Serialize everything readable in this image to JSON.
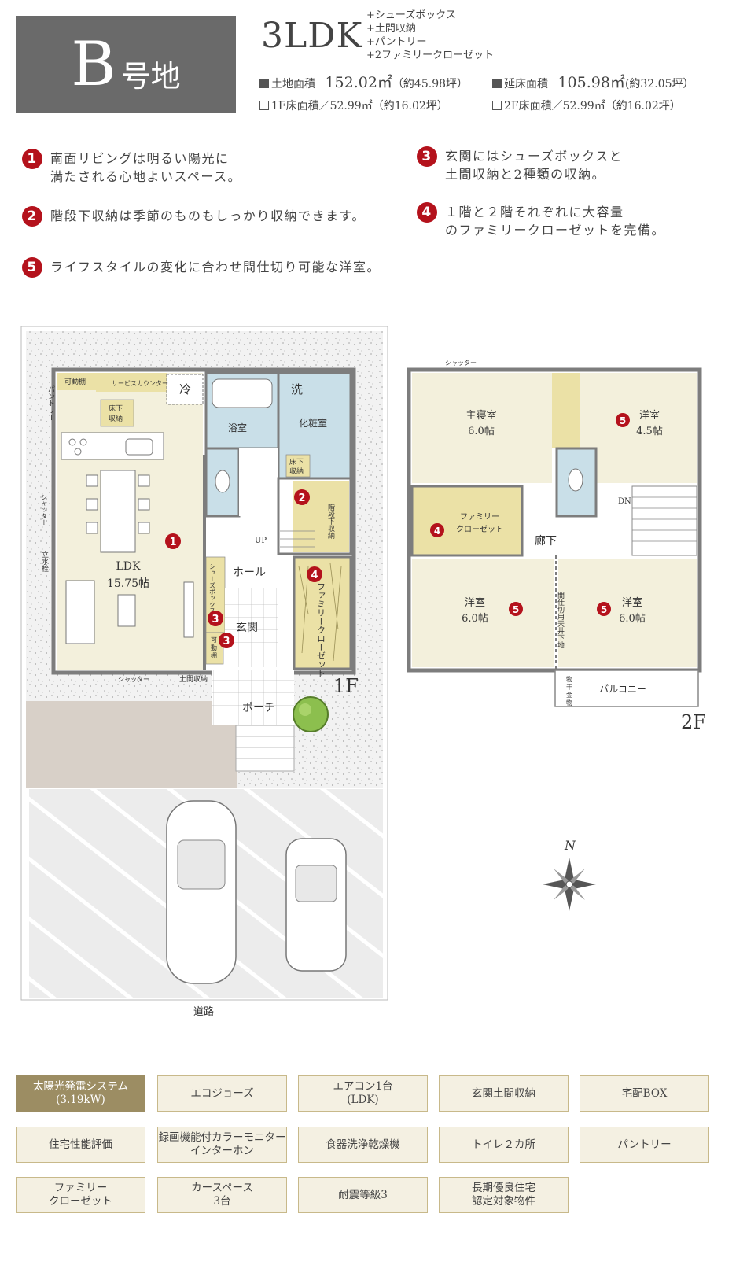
{
  "header": {
    "lot_letter": "B",
    "lot_suffix": "号地",
    "plan_type": "3LDK",
    "options": [
      "+シューズボックス",
      "+土間収納",
      "+パントリー",
      "+2ファミリークローゼット"
    ],
    "land_area": {
      "label": "土地面積",
      "value": "152.02㎡",
      "tsubo": "（約45.98坪）"
    },
    "total_floor_area": {
      "label": "延床面積",
      "value": "105.98㎡",
      "tsubo": "(約32.05坪）"
    },
    "floor1_area": "1F床面積／52.99㎡（約16.02坪）",
    "floor2_area": "2F床面積／52.99㎡（約16.02坪）"
  },
  "features": [
    {
      "num": "1",
      "lines": [
        "南面リビングは明るい陽光に",
        "満たされる心地よいスペース。"
      ]
    },
    {
      "num": "2",
      "lines": [
        "階段下収納は季節のものもしっかり収納できます。"
      ]
    },
    {
      "num": "3",
      "lines": [
        "玄関にはシューズボックスと",
        "土間収納と2種類の収納。"
      ]
    },
    {
      "num": "4",
      "lines": [
        "１階と２階それぞれに大容量",
        "のファミリークローゼットを完備。"
      ]
    },
    {
      "num": "5",
      "lines": [
        "ライフスタイルの変化に合わせ間仕切り可能な洋室。"
      ]
    }
  ],
  "floor1": {
    "floor_label": "1F",
    "ldk": "LDK",
    "ldk_size": "15.75帖",
    "bath": "浴室",
    "washroom": "化粧室",
    "wash": "洗",
    "fridge": "冷",
    "pantry": "パントリー",
    "movable_shelf": "可動棚",
    "service_counter": "サービスカウンター",
    "underfloor": [
      "床下",
      "収納"
    ],
    "underfloor2": [
      "床下",
      "収納"
    ],
    "under_stairs": "階段下収納",
    "up": "UP",
    "hall": "ホール",
    "entrance": "玄関",
    "shoebox": "シューズボックス",
    "movable_shelf2": [
      "可",
      "動",
      "棚"
    ],
    "family_closet": "ファミリークローゼット",
    "shutter": "シャッター",
    "shutter_left": "シャッター",
    "doma_storage": "土間収納",
    "porch": "ポーチ",
    "water_faucet": "立水栓",
    "road": "道路"
  },
  "floor2": {
    "floor_label": "2F",
    "master": "主寝室",
    "master_size": "6.0帖",
    "room_ne": "洋室",
    "room_ne_size": "4.5帖",
    "family_closet": [
      "ファミリー",
      "クローゼット"
    ],
    "hall": "廊下",
    "dn": "DN",
    "room_sw": "洋室",
    "room_sw_size": "6.0帖",
    "room_se": "洋室",
    "room_se_size": "6.0帖",
    "partition": "間仕切用天井下地",
    "balcony": "バルコニー",
    "dryer": [
      "物",
      "干",
      "金",
      "物"
    ],
    "shutter": "シャッター"
  },
  "compass": "N",
  "equipment": [
    {
      "label": "太陽光発電システム\n(3.19kW)",
      "highlight": true
    },
    {
      "label": "エコジョーズ"
    },
    {
      "label": "エアコン1台\n(LDK)"
    },
    {
      "label": "玄関土間収納"
    },
    {
      "label": "宅配BOX"
    },
    {
      "label": "住宅性能評価"
    },
    {
      "label": "録画機能付カラーモニター\nインターホン"
    },
    {
      "label": "食器洗浄乾燥機"
    },
    {
      "label": "トイレ２カ所"
    },
    {
      "label": "パントリー"
    },
    {
      "label": "ファミリー\nクローゼット"
    },
    {
      "label": "カースペース\n3台"
    },
    {
      "label": "耐震等級3"
    },
    {
      "label": "長期優良住宅\n認定対象物件"
    }
  ],
  "colors": {
    "badge": "#6a6a6a",
    "accent_red": "#b4121c",
    "room_cream": "#f3f0dc",
    "wet_blue": "#c9dfe8",
    "storage_gold": "#ebe1a6",
    "tile_highlight": "#9c8d63",
    "tile_bg": "#f4f0e2"
  }
}
